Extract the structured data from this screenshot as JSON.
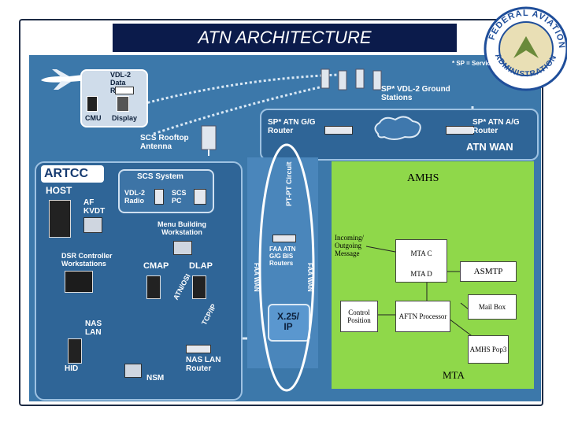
{
  "title": "ATN ARCHITECTURE",
  "header_note": "* SP = Service",
  "seal": {
    "top_text": "FEDERAL AVIATION",
    "bottom_text": "ADMINISTRATION"
  },
  "labels": {
    "vdl2_data_radio": "VDL-2 Data Radio",
    "cmu": "CMU",
    "display": "Display",
    "sp_vdl2_ground": "SP* VDL-2 Ground Stations",
    "scs_rooftop": "SCS Rooftop Antenna",
    "sp_atn_gg": "SP* ATN G/G Router",
    "sp_atn_ag": "SP* ATN A/G Router",
    "atn_wan": "ATN WAN",
    "artcc": "ARTCC",
    "scs_system": "SCS System",
    "host": "HOST",
    "af_kvdt": "AF KVDT",
    "vdl2_radio": "VDL-2 Radio",
    "scs_pc": "SCS PC",
    "menu_building": "Menu Building Workstation",
    "dsr_controller": "DSR Controller Workstations",
    "cmap": "CMAP",
    "dlap": "DLAP",
    "nas_lan": "NAS LAN",
    "atn_osi": "ATN/OSI",
    "tcp_ip": "TCP/IP",
    "hid": "HID",
    "nas_lan_router": "NAS LAN Router",
    "nsm": "NSM",
    "pt_pt_circuit": "PT-PT Circuit",
    "faa_atn_routers": "FAA ATN G/G BIS Routers",
    "faa_wan_left": "FAA WAN",
    "faa_wan_right": "FAA WAN",
    "x25": "X.25/ IP"
  },
  "amhs": {
    "title": "AMHS",
    "incoming": "Incoming/ Outgoing Message",
    "mta_c": "MTA C",
    "mta_d": "MTA D",
    "asmtp": "ASMTP",
    "control_position": "Control Position",
    "aftn_processor": "AFTN Processor",
    "mail_box": "Mail Box",
    "amhs_pop3": "AMHS Pop3",
    "mta": "MTA"
  }
}
